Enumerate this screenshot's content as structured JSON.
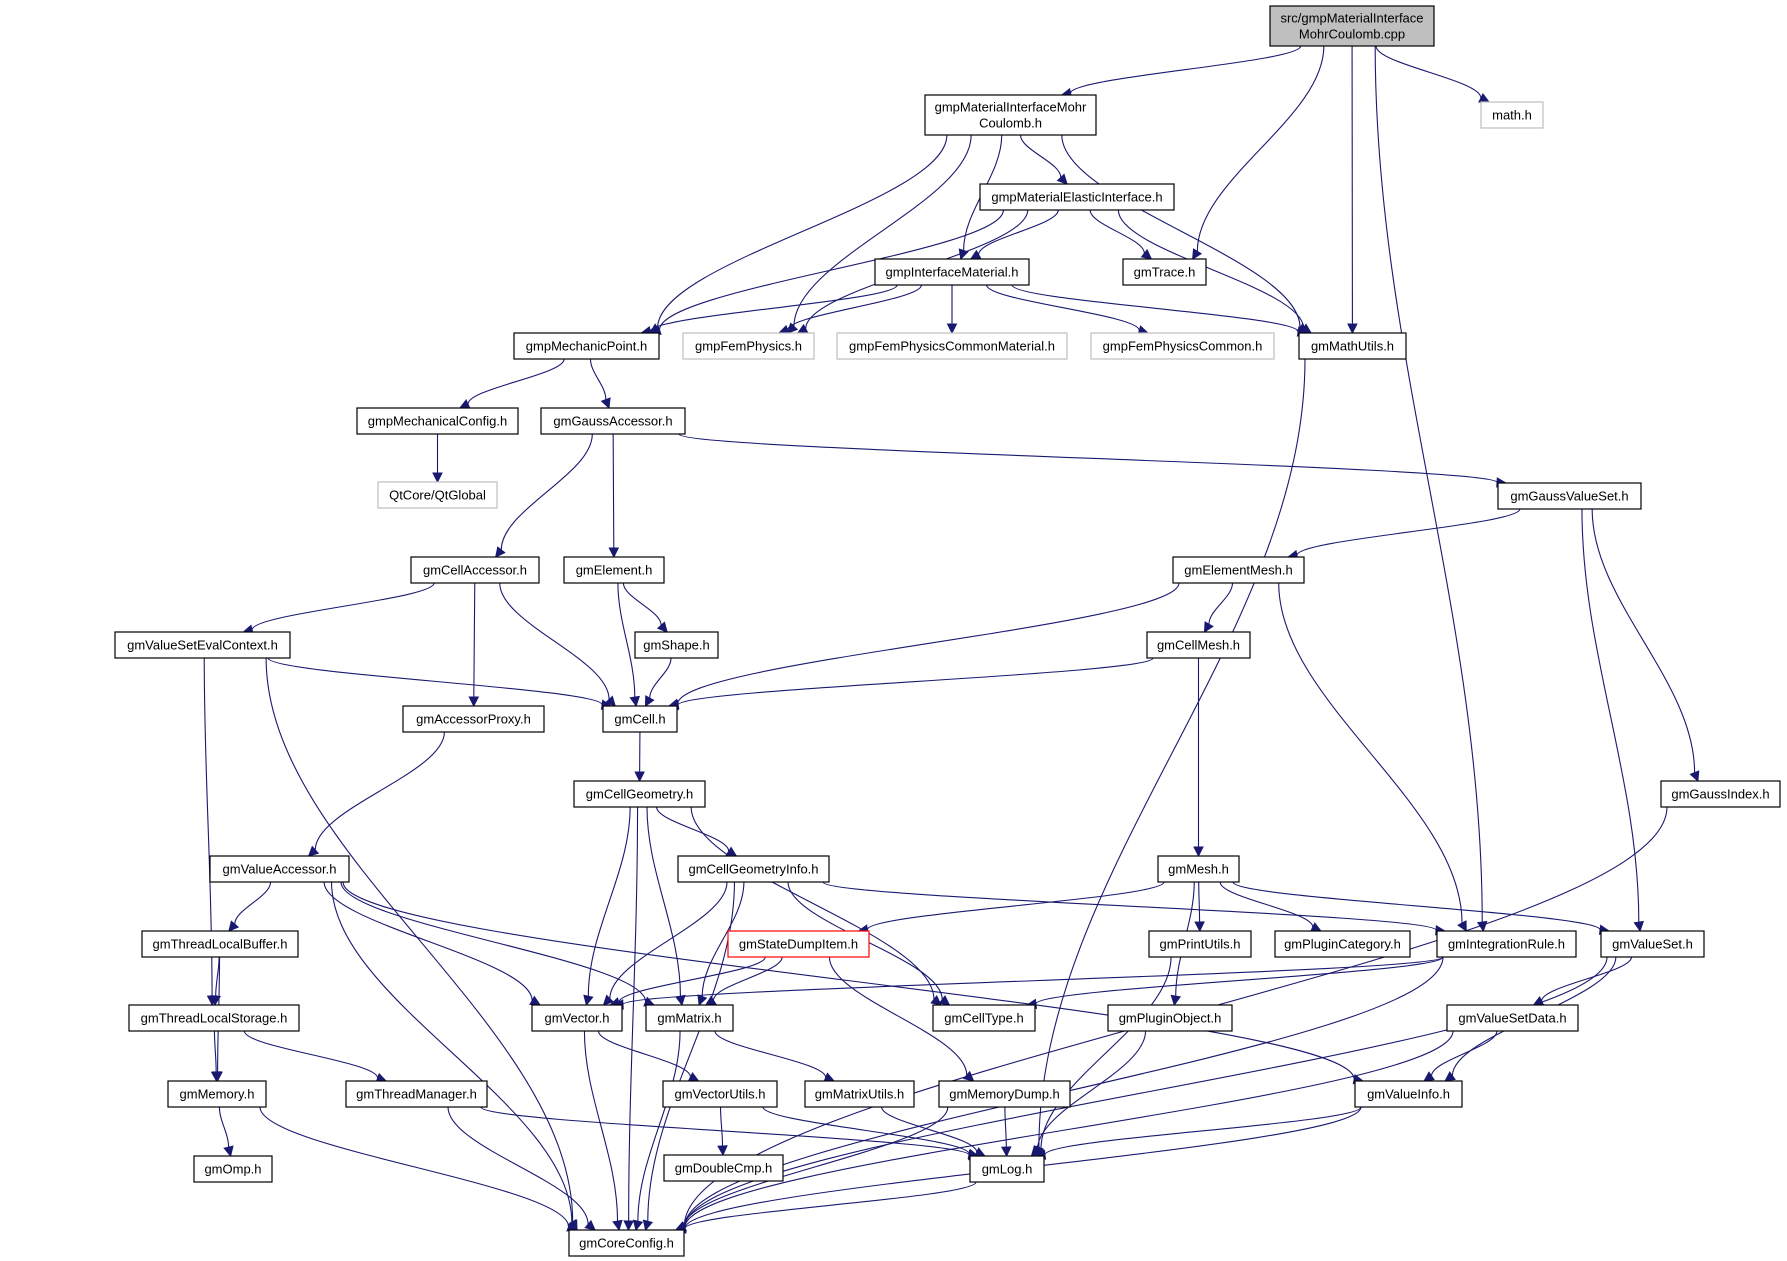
{
  "diagram": {
    "title": "Include dependency graph for src/gmpMaterialInterfaceMohrCoulomb.cpp",
    "colors": {
      "edge": "#191970",
      "root_fill": "#bfbfbf",
      "external_border": "#bfbfbf",
      "highlight_border": "#ff0000",
      "node_border": "#000000"
    },
    "nodes": [
      {
        "id": "root",
        "lines": [
          "src/gmpMaterialInterface",
          "MohrCoulomb.cpp"
        ],
        "kind": "root"
      },
      {
        "id": "mohrh",
        "lines": [
          "gmpMaterialInterfaceMohr",
          "Coulomb.h"
        ],
        "kind": "normal"
      },
      {
        "id": "math",
        "lines": [
          "math.h"
        ],
        "kind": "external"
      },
      {
        "id": "elastic",
        "lines": [
          "gmpMaterialElasticInterface.h"
        ],
        "kind": "normal"
      },
      {
        "id": "trace",
        "lines": [
          "gmTrace.h"
        ],
        "kind": "normal"
      },
      {
        "id": "ifmat",
        "lines": [
          "gmpInterfaceMaterial.h"
        ],
        "kind": "normal"
      },
      {
        "id": "mechpt",
        "lines": [
          "gmpMechanicPoint.h"
        ],
        "kind": "normal"
      },
      {
        "id": "femphys",
        "lines": [
          "gmpFemPhysics.h"
        ],
        "kind": "external"
      },
      {
        "id": "femcommat",
        "lines": [
          "gmpFemPhysicsCommonMaterial.h"
        ],
        "kind": "external"
      },
      {
        "id": "femcom",
        "lines": [
          "gmpFemPhysicsCommon.h"
        ],
        "kind": "external"
      },
      {
        "id": "mathutils",
        "lines": [
          "gmMathUtils.h"
        ],
        "kind": "normal"
      },
      {
        "id": "mechcfg",
        "lines": [
          "gmpMechanicalConfig.h"
        ],
        "kind": "normal"
      },
      {
        "id": "gaussacc",
        "lines": [
          "gmGaussAccessor.h"
        ],
        "kind": "normal"
      },
      {
        "id": "qtglobal",
        "lines": [
          "QtCore/QtGlobal"
        ],
        "kind": "external"
      },
      {
        "id": "gaussvs",
        "lines": [
          "gmGaussValueSet.h"
        ],
        "kind": "normal"
      },
      {
        "id": "cellacc",
        "lines": [
          "gmCellAccessor.h"
        ],
        "kind": "normal"
      },
      {
        "id": "element",
        "lines": [
          "gmElement.h"
        ],
        "kind": "normal"
      },
      {
        "id": "elemmesh",
        "lines": [
          "gmElementMesh.h"
        ],
        "kind": "normal"
      },
      {
        "id": "vseval",
        "lines": [
          "gmValueSetEvalContext.h"
        ],
        "kind": "normal"
      },
      {
        "id": "shape",
        "lines": [
          "gmShape.h"
        ],
        "kind": "normal"
      },
      {
        "id": "cellmesh",
        "lines": [
          "gmCellMesh.h"
        ],
        "kind": "normal"
      },
      {
        "id": "accproxy",
        "lines": [
          "gmAccessorProxy.h"
        ],
        "kind": "normal"
      },
      {
        "id": "cell",
        "lines": [
          "gmCell.h"
        ],
        "kind": "normal"
      },
      {
        "id": "cellgeom",
        "lines": [
          "gmCellGeometry.h"
        ],
        "kind": "normal"
      },
      {
        "id": "gaussidx",
        "lines": [
          "gmGaussIndex.h"
        ],
        "kind": "normal"
      },
      {
        "id": "valacc",
        "lines": [
          "gmValueAccessor.h"
        ],
        "kind": "normal"
      },
      {
        "id": "cgeominfo",
        "lines": [
          "gmCellGeometryInfo.h"
        ],
        "kind": "normal"
      },
      {
        "id": "mesh",
        "lines": [
          "gmMesh.h"
        ],
        "kind": "normal"
      },
      {
        "id": "tlbuf",
        "lines": [
          "gmThreadLocalBuffer.h"
        ],
        "kind": "normal"
      },
      {
        "id": "statedump",
        "lines": [
          "gmStateDumpItem.h"
        ],
        "kind": "highlight"
      },
      {
        "id": "printutils",
        "lines": [
          "gmPrintUtils.h"
        ],
        "kind": "normal"
      },
      {
        "id": "plugincat",
        "lines": [
          "gmPluginCategory.h"
        ],
        "kind": "normal"
      },
      {
        "id": "intrule",
        "lines": [
          "gmIntegrationRule.h"
        ],
        "kind": "normal"
      },
      {
        "id": "valueset",
        "lines": [
          "gmValueSet.h"
        ],
        "kind": "normal"
      },
      {
        "id": "tlstore",
        "lines": [
          "gmThreadLocalStorage.h"
        ],
        "kind": "normal"
      },
      {
        "id": "vector",
        "lines": [
          "gmVector.h"
        ],
        "kind": "normal"
      },
      {
        "id": "matrix",
        "lines": [
          "gmMatrix.h"
        ],
        "kind": "normal"
      },
      {
        "id": "celltype",
        "lines": [
          "gmCellType.h"
        ],
        "kind": "normal"
      },
      {
        "id": "pluginobj",
        "lines": [
          "gmPluginObject.h"
        ],
        "kind": "normal"
      },
      {
        "id": "vsdata",
        "lines": [
          "gmValueSetData.h"
        ],
        "kind": "normal"
      },
      {
        "id": "memory",
        "lines": [
          "gmMemory.h"
        ],
        "kind": "normal"
      },
      {
        "id": "threadmgr",
        "lines": [
          "gmThreadManager.h"
        ],
        "kind": "normal"
      },
      {
        "id": "vecutils",
        "lines": [
          "gmVectorUtils.h"
        ],
        "kind": "normal"
      },
      {
        "id": "matutils",
        "lines": [
          "gmMatrixUtils.h"
        ],
        "kind": "normal"
      },
      {
        "id": "memdump",
        "lines": [
          "gmMemoryDump.h"
        ],
        "kind": "normal"
      },
      {
        "id": "valueinfo",
        "lines": [
          "gmValueInfo.h"
        ],
        "kind": "normal"
      },
      {
        "id": "omp",
        "lines": [
          "gmOmp.h"
        ],
        "kind": "normal"
      },
      {
        "id": "doublecmp",
        "lines": [
          "gmDoubleCmp.h"
        ],
        "kind": "normal"
      },
      {
        "id": "log",
        "lines": [
          "gmLog.h"
        ],
        "kind": "normal"
      },
      {
        "id": "coreconfig",
        "lines": [
          "gmCoreConfig.h"
        ],
        "kind": "normal"
      }
    ],
    "edges": [
      [
        "root",
        "mohrh"
      ],
      [
        "root",
        "trace"
      ],
      [
        "root",
        "mathutils"
      ],
      [
        "root",
        "intrule"
      ],
      [
        "root",
        "math"
      ],
      [
        "mohrh",
        "elastic"
      ],
      [
        "mohrh",
        "ifmat"
      ],
      [
        "mohrh",
        "mechpt"
      ],
      [
        "mohrh",
        "femphys"
      ],
      [
        "mohrh",
        "mathutils"
      ],
      [
        "elastic",
        "ifmat"
      ],
      [
        "elastic",
        "trace"
      ],
      [
        "elastic",
        "mechpt"
      ],
      [
        "elastic",
        "femphys"
      ],
      [
        "elastic",
        "mathutils"
      ],
      [
        "ifmat",
        "mechpt"
      ],
      [
        "ifmat",
        "femphys"
      ],
      [
        "ifmat",
        "femcommat"
      ],
      [
        "ifmat",
        "femcom"
      ],
      [
        "ifmat",
        "mathutils"
      ],
      [
        "mathutils",
        "log"
      ],
      [
        "mechpt",
        "mechcfg"
      ],
      [
        "mechpt",
        "gaussacc"
      ],
      [
        "mechcfg",
        "qtglobal"
      ],
      [
        "gaussacc",
        "cellacc"
      ],
      [
        "gaussacc",
        "element"
      ],
      [
        "gaussacc",
        "gaussvs"
      ],
      [
        "gaussvs",
        "elemmesh"
      ],
      [
        "gaussvs",
        "valueset"
      ],
      [
        "gaussvs",
        "gaussidx"
      ],
      [
        "cellacc",
        "vseval"
      ],
      [
        "cellacc",
        "accproxy"
      ],
      [
        "cellacc",
        "cell"
      ],
      [
        "element",
        "shape"
      ],
      [
        "element",
        "cell"
      ],
      [
        "shape",
        "cell"
      ],
      [
        "elemmesh",
        "cell"
      ],
      [
        "elemmesh",
        "cellmesh"
      ],
      [
        "elemmesh",
        "intrule"
      ],
      [
        "cellmesh",
        "cell"
      ],
      [
        "cellmesh",
        "mesh"
      ],
      [
        "vseval",
        "cell"
      ],
      [
        "vseval",
        "tlstore"
      ],
      [
        "vseval",
        "coreconfig"
      ],
      [
        "accproxy",
        "valacc"
      ],
      [
        "cell",
        "cellgeom"
      ],
      [
        "cellgeom",
        "cgeominfo"
      ],
      [
        "cellgeom",
        "vector"
      ],
      [
        "cellgeom",
        "matrix"
      ],
      [
        "cellgeom",
        "celltype"
      ],
      [
        "cellgeom",
        "coreconfig"
      ],
      [
        "gaussidx",
        "coreconfig"
      ],
      [
        "valacc",
        "tlbuf"
      ],
      [
        "valacc",
        "vector"
      ],
      [
        "valacc",
        "matrix"
      ],
      [
        "valacc",
        "valueinfo"
      ],
      [
        "valacc",
        "coreconfig"
      ],
      [
        "cgeominfo",
        "vector"
      ],
      [
        "cgeominfo",
        "matrix"
      ],
      [
        "cgeominfo",
        "celltype"
      ],
      [
        "cgeominfo",
        "intrule"
      ],
      [
        "cgeominfo",
        "coreconfig"
      ],
      [
        "mesh",
        "statedump"
      ],
      [
        "mesh",
        "printutils"
      ],
      [
        "mesh",
        "plugincat"
      ],
      [
        "mesh",
        "pluginobj"
      ],
      [
        "mesh",
        "valueset"
      ],
      [
        "tlbuf",
        "tlstore"
      ],
      [
        "tlbuf",
        "memory"
      ],
      [
        "statedump",
        "vector"
      ],
      [
        "statedump",
        "matrix"
      ],
      [
        "statedump",
        "memdump"
      ],
      [
        "printutils",
        "log"
      ],
      [
        "intrule",
        "vector"
      ],
      [
        "intrule",
        "celltype"
      ],
      [
        "intrule",
        "coreconfig"
      ],
      [
        "valueset",
        "vsdata"
      ],
      [
        "valueset",
        "valueinfo"
      ],
      [
        "valueset",
        "coreconfig"
      ],
      [
        "tlstore",
        "memory"
      ],
      [
        "tlstore",
        "threadmgr"
      ],
      [
        "vector",
        "vecutils"
      ],
      [
        "vector",
        "coreconfig"
      ],
      [
        "matrix",
        "matutils"
      ],
      [
        "matrix",
        "coreconfig"
      ],
      [
        "pluginobj",
        "log"
      ],
      [
        "vsdata",
        "valueinfo"
      ],
      [
        "vsdata",
        "coreconfig"
      ],
      [
        "memory",
        "omp"
      ],
      [
        "memory",
        "coreconfig"
      ],
      [
        "threadmgr",
        "log"
      ],
      [
        "threadmgr",
        "coreconfig"
      ],
      [
        "vecutils",
        "doublecmp"
      ],
      [
        "vecutils",
        "log"
      ],
      [
        "matutils",
        "log"
      ],
      [
        "memdump",
        "log"
      ],
      [
        "memdump",
        "coreconfig"
      ],
      [
        "valueinfo",
        "log"
      ],
      [
        "valueinfo",
        "coreconfig"
      ],
      [
        "log",
        "coreconfig"
      ]
    ]
  }
}
